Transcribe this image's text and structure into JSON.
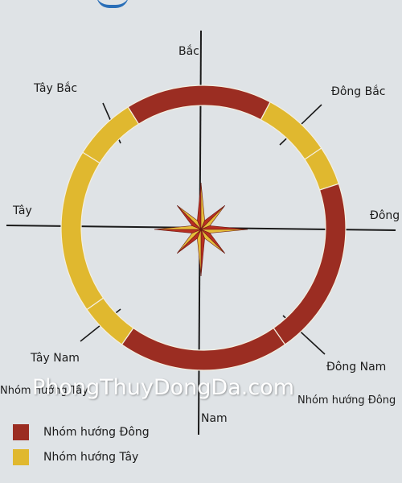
{
  "directions": {
    "north": "Bắc",
    "northeast": "Đông Bắc",
    "east": "Đông",
    "southeast": "Đông Nam",
    "south": "Nam",
    "southwest": "Tây Nam",
    "west": "Tây",
    "northwest": "Tây Bắc"
  },
  "groups": {
    "east_group_label": "Nhóm hướng Đông",
    "west_group_label": "Nhóm hướng Tây"
  },
  "legend": [
    {
      "label": "Nhóm hướng Đông",
      "color": "#9b2d22"
    },
    {
      "label": "Nhóm hướng Tây",
      "color": "#e0b82f"
    }
  ],
  "watermark": "PhongThuyDongDa.com",
  "colors": {
    "east_group": "#9b2d22",
    "west_group": "#e0b82f",
    "line": "#1a1a1a",
    "background": "#dfe3e6"
  }
}
